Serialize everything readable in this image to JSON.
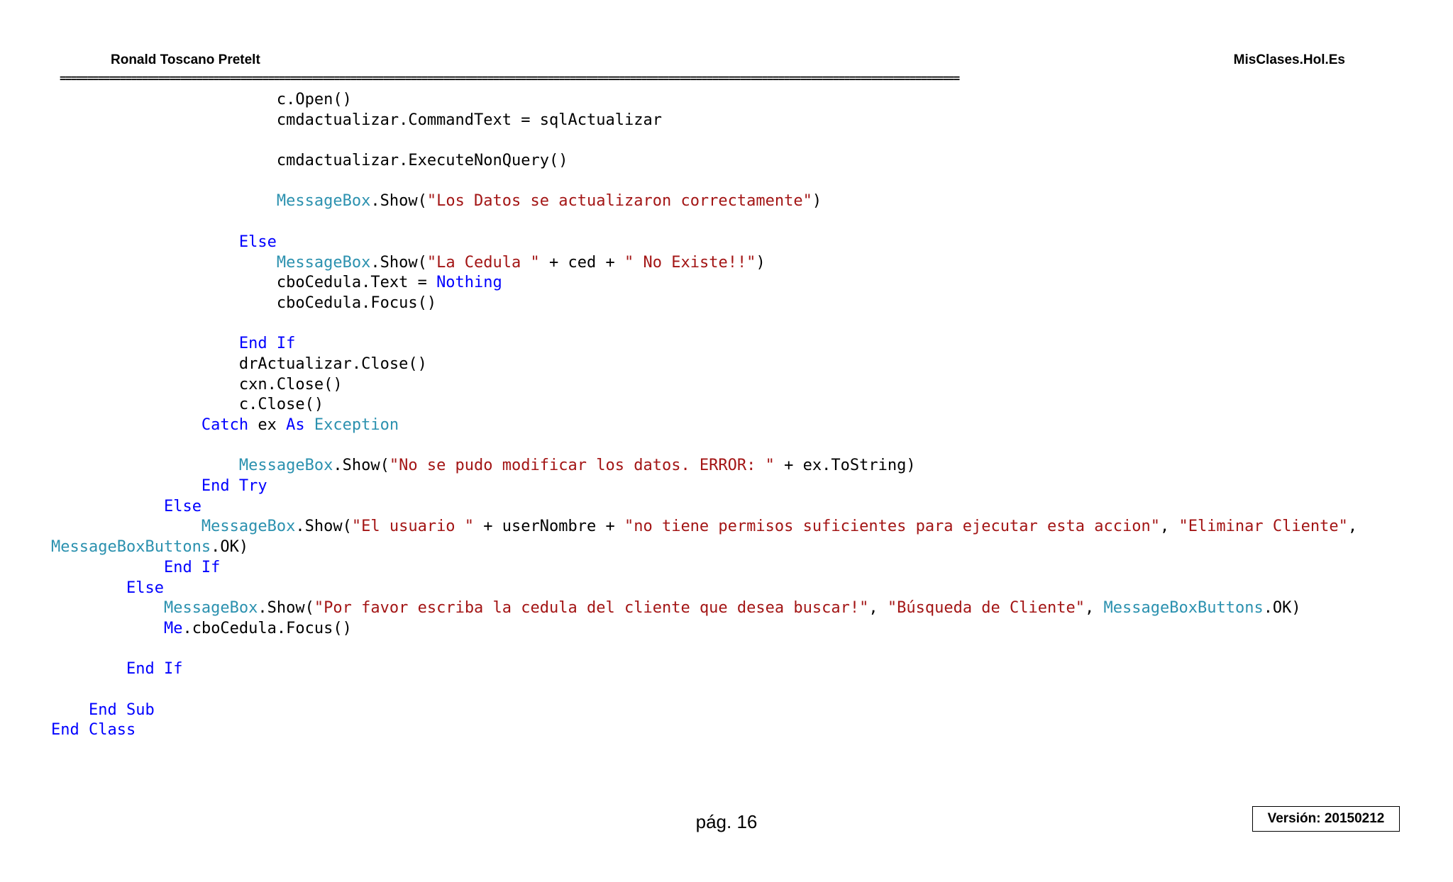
{
  "header": {
    "author": "Ronald Toscano Pretelt",
    "site": "MisClases.Hol.Es",
    "separator": "===================================================================================================================================================================="
  },
  "code": {
    "lines": [
      {
        "indent": 24,
        "tokens": [
          {
            "t": "c.Open()",
            "c": "plain"
          }
        ]
      },
      {
        "indent": 24,
        "tokens": [
          {
            "t": "cmdactualizar.CommandText = sqlActualizar",
            "c": "plain"
          }
        ]
      },
      {
        "indent": 0,
        "tokens": []
      },
      {
        "indent": 24,
        "tokens": [
          {
            "t": "cmdactualizar.ExecuteNonQuery()",
            "c": "plain"
          }
        ]
      },
      {
        "indent": 0,
        "tokens": []
      },
      {
        "indent": 24,
        "tokens": [
          {
            "t": "MessageBox",
            "c": "type"
          },
          {
            "t": ".Show(",
            "c": "plain"
          },
          {
            "t": "\"Los Datos se actualizaron correctamente\"",
            "c": "string"
          },
          {
            "t": ")",
            "c": "plain"
          }
        ]
      },
      {
        "indent": 0,
        "tokens": []
      },
      {
        "indent": 20,
        "tokens": [
          {
            "t": "Else",
            "c": "keyword"
          }
        ]
      },
      {
        "indent": 24,
        "tokens": [
          {
            "t": "MessageBox",
            "c": "type"
          },
          {
            "t": ".Show(",
            "c": "plain"
          },
          {
            "t": "\"La Cedula \"",
            "c": "string"
          },
          {
            "t": " + ced + ",
            "c": "plain"
          },
          {
            "t": "\" No Existe!!\"",
            "c": "string"
          },
          {
            "t": ")",
            "c": "plain"
          }
        ]
      },
      {
        "indent": 24,
        "tokens": [
          {
            "t": "cboCedula.Text = ",
            "c": "plain"
          },
          {
            "t": "Nothing",
            "c": "keyword"
          }
        ]
      },
      {
        "indent": 24,
        "tokens": [
          {
            "t": "cboCedula.Focus()",
            "c": "plain"
          }
        ]
      },
      {
        "indent": 0,
        "tokens": []
      },
      {
        "indent": 20,
        "tokens": [
          {
            "t": "End If",
            "c": "keyword"
          }
        ]
      },
      {
        "indent": 20,
        "tokens": [
          {
            "t": "drActualizar.Close()",
            "c": "plain"
          }
        ]
      },
      {
        "indent": 20,
        "tokens": [
          {
            "t": "cxn.Close()",
            "c": "plain"
          }
        ]
      },
      {
        "indent": 20,
        "tokens": [
          {
            "t": "c.Close()",
            "c": "plain"
          }
        ]
      },
      {
        "indent": 16,
        "tokens": [
          {
            "t": "Catch",
            "c": "keyword"
          },
          {
            "t": " ex ",
            "c": "plain"
          },
          {
            "t": "As",
            "c": "keyword"
          },
          {
            "t": " ",
            "c": "plain"
          },
          {
            "t": "Exception",
            "c": "type"
          }
        ]
      },
      {
        "indent": 0,
        "tokens": []
      },
      {
        "indent": 20,
        "tokens": [
          {
            "t": "MessageBox",
            "c": "type"
          },
          {
            "t": ".Show(",
            "c": "plain"
          },
          {
            "t": "\"No se pudo modificar los datos. ERROR: \"",
            "c": "string"
          },
          {
            "t": " + ex.ToString)",
            "c": "plain"
          }
        ]
      },
      {
        "indent": 16,
        "tokens": [
          {
            "t": "End Try",
            "c": "keyword"
          }
        ]
      },
      {
        "indent": 12,
        "tokens": [
          {
            "t": "Else",
            "c": "keyword"
          }
        ]
      },
      {
        "indent": 16,
        "tokens": [
          {
            "t": "MessageBox",
            "c": "type"
          },
          {
            "t": ".Show(",
            "c": "plain"
          },
          {
            "t": "\"El usuario \"",
            "c": "string"
          },
          {
            "t": " + userNombre + ",
            "c": "plain"
          },
          {
            "t": "\"no tiene permisos suficientes para ejecutar esta accion\"",
            "c": "string"
          },
          {
            "t": ", ",
            "c": "plain"
          },
          {
            "t": "\"Eliminar Cliente\"",
            "c": "string"
          },
          {
            "t": ",",
            "c": "plain"
          }
        ]
      },
      {
        "indent": 0,
        "tokens": [
          {
            "t": "MessageBoxButtons",
            "c": "type"
          },
          {
            "t": ".OK)",
            "c": "plain"
          }
        ]
      },
      {
        "indent": 12,
        "tokens": [
          {
            "t": "End If",
            "c": "keyword"
          }
        ]
      },
      {
        "indent": 8,
        "tokens": [
          {
            "t": "Else",
            "c": "keyword"
          }
        ]
      },
      {
        "indent": 12,
        "tokens": [
          {
            "t": "MessageBox",
            "c": "type"
          },
          {
            "t": ".Show(",
            "c": "plain"
          },
          {
            "t": "\"Por favor escriba la cedula del cliente que desea buscar!\"",
            "c": "string"
          },
          {
            "t": ", ",
            "c": "plain"
          },
          {
            "t": "\"Búsqueda de Cliente\"",
            "c": "string"
          },
          {
            "t": ", ",
            "c": "plain"
          },
          {
            "t": "MessageBoxButtons",
            "c": "type"
          },
          {
            "t": ".OK)",
            "c": "plain"
          }
        ]
      },
      {
        "indent": 12,
        "tokens": [
          {
            "t": "Me",
            "c": "keyword"
          },
          {
            "t": ".cboCedula.Focus()",
            "c": "plain"
          }
        ]
      },
      {
        "indent": 0,
        "tokens": []
      },
      {
        "indent": 8,
        "tokens": [
          {
            "t": "End If",
            "c": "keyword"
          }
        ]
      },
      {
        "indent": 0,
        "tokens": []
      },
      {
        "indent": 4,
        "tokens": [
          {
            "t": "End Sub",
            "c": "keyword"
          }
        ]
      },
      {
        "indent": 0,
        "tokens": [
          {
            "t": "End Class",
            "c": "keyword"
          }
        ]
      }
    ]
  },
  "footer": {
    "page": "pág. 16",
    "version": "Versión: 20150212"
  },
  "colors": {
    "keyword": "#0000ff",
    "type": "#2b91af",
    "string": "#a31515",
    "plain": "#000000"
  }
}
